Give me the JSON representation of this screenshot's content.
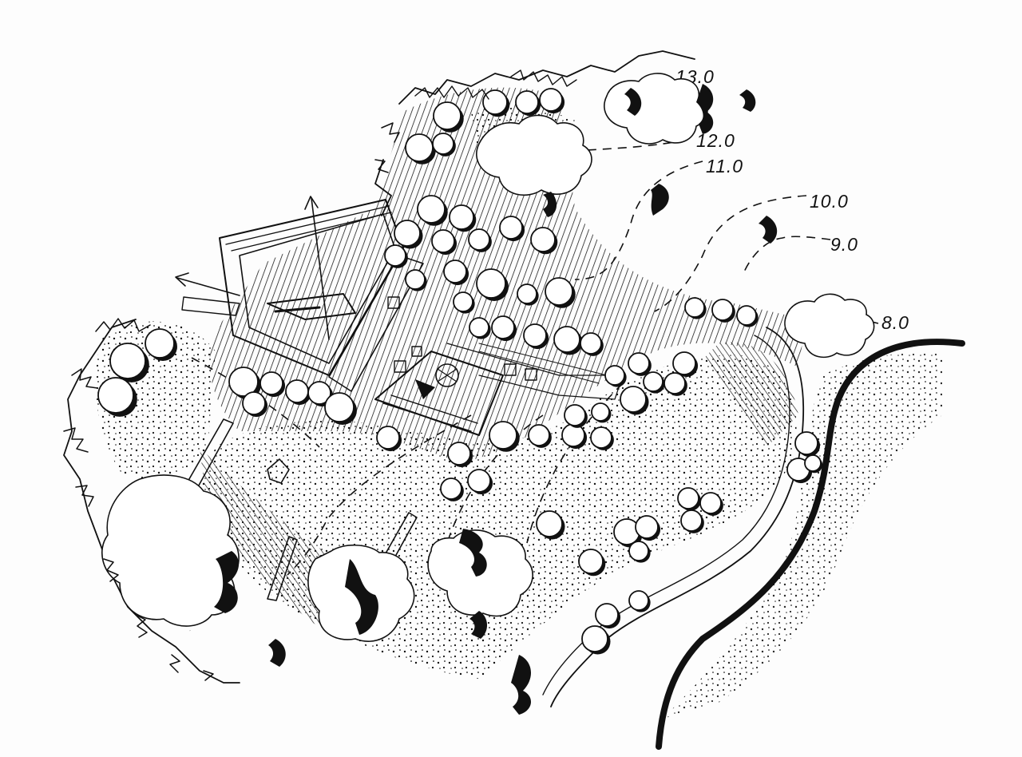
{
  "drawing": {
    "style": "hand-drawn ink site plan",
    "ink_color": "#111111",
    "paper_color": "#fdfdfd"
  },
  "contours": [
    {
      "label": "13.0"
    },
    {
      "label": "12.0"
    },
    {
      "label": "11.0"
    },
    {
      "label": "10.0"
    },
    {
      "label": "9.0"
    },
    {
      "label": "8.0"
    }
  ],
  "icons": {
    "flow_arrow": "arrow-icon",
    "tree": "tree-icon",
    "river": "river-icon"
  }
}
